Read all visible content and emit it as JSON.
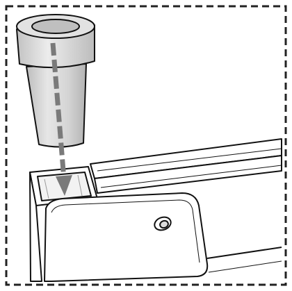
{
  "illustration": {
    "subject": "assembly-step",
    "parts": [
      "bushing-insert",
      "insertion-arrow",
      "tube-frame-corner",
      "mounting-plate",
      "bolt-hole"
    ],
    "colors": {
      "outline": "#111111",
      "part_fill": "#d9d9d9",
      "part_shade": "#bdbdbd",
      "part_highlight": "#efefef",
      "arrow": "#7a7a7a",
      "frame_fill": "#ffffff",
      "border": "#222222"
    }
  }
}
